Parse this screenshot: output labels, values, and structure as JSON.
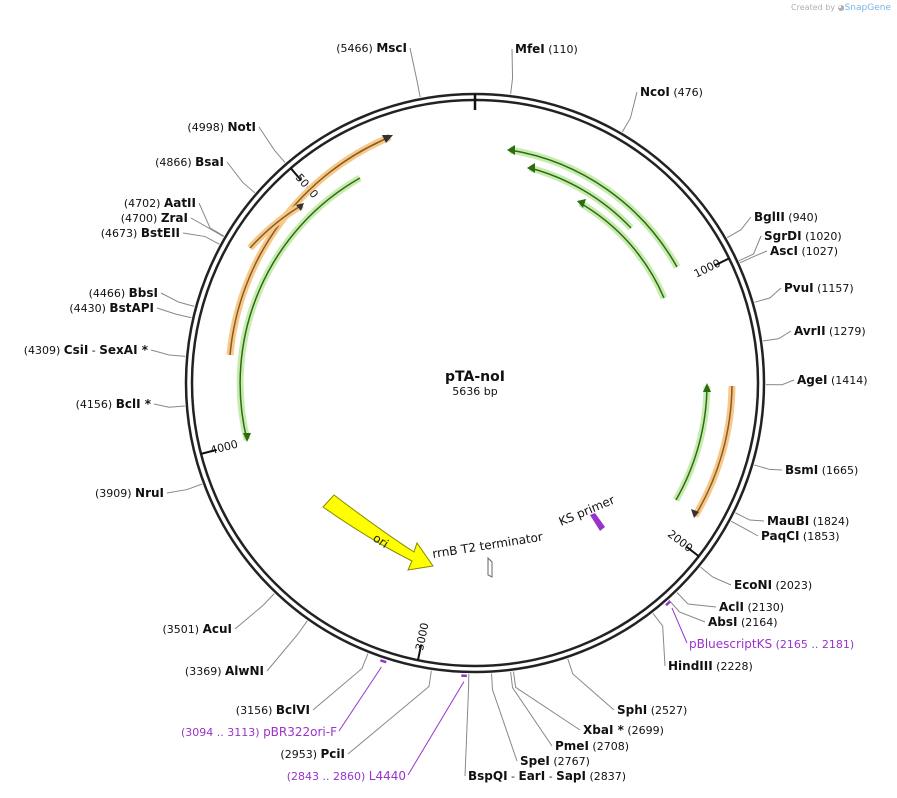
{
  "credit": {
    "prefix": "Created by",
    "brand": "SnapGene"
  },
  "plasmid": {
    "name": "pTA-noI",
    "length_label": "5636 bp",
    "length": 5636
  },
  "ticks": [
    {
      "label": "1000",
      "pos": 1000
    },
    {
      "label": "2000",
      "pos": 2000
    },
    {
      "label": "3000",
      "pos": 3000
    },
    {
      "label": "4000",
      "pos": 4000
    },
    {
      "label": "5000",
      "pos": 5000
    }
  ],
  "sites": [
    {
      "name": "MfeI",
      "pos": "(110)",
      "bp": 110
    },
    {
      "name": "NcoI",
      "pos": "(476)",
      "bp": 476
    },
    {
      "name": "BglII",
      "pos": "(940)",
      "bp": 940
    },
    {
      "name": "SgrDI",
      "pos": "(1020)",
      "bp": 1020
    },
    {
      "name": "AscI",
      "pos": "(1027)",
      "bp": 1027
    },
    {
      "name": "PvuI",
      "pos": "(1157)",
      "bp": 1157
    },
    {
      "name": "AvrII",
      "pos": "(1279)",
      "bp": 1279
    },
    {
      "name": "AgeI",
      "pos": "(1414)",
      "bp": 1414
    },
    {
      "name": "BsmI",
      "pos": "(1665)",
      "bp": 1665
    },
    {
      "name": "MauBI",
      "pos": "(1824)",
      "bp": 1824
    },
    {
      "name": "PaqCI",
      "pos": "(1853)",
      "bp": 1853
    },
    {
      "name": "EcoNI",
      "pos": "(2023)",
      "bp": 2023
    },
    {
      "name": "AclI",
      "pos": "(2130)",
      "bp": 2130
    },
    {
      "name": "AbsI",
      "pos": "(2164)",
      "bp": 2164
    },
    {
      "name": "HindIII",
      "pos": "(2228)",
      "bp": 2228
    },
    {
      "name": "SphI",
      "pos": "(2527)",
      "bp": 2527
    },
    {
      "name": "XbaI *",
      "pos": "(2699)",
      "bp": 2699
    },
    {
      "name": "PmeI",
      "pos": "(2708)",
      "bp": 2708
    },
    {
      "name": "SpeI",
      "pos": "(2767)",
      "bp": 2767
    },
    {
      "name": "BspQI",
      "name2": "EarI",
      "name3": "SapI",
      "pos": "(2837)",
      "bp": 2837
    },
    {
      "name": "PciI",
      "pos": "(2953)",
      "bp": 2953
    },
    {
      "name": "BclVI",
      "pos": "(3156)",
      "bp": 3156
    },
    {
      "name": "AlwNI",
      "pos": "(3369)",
      "bp": 3369
    },
    {
      "name": "AcuI",
      "pos": "(3501)",
      "bp": 3501
    },
    {
      "name": "NruI",
      "pos": "(3909)",
      "bp": 3909
    },
    {
      "name": "BclI *",
      "pos": "(4156)",
      "bp": 4156
    },
    {
      "name": "CsiI",
      "name2": "SexAI *",
      "pos": "(4309)",
      "bp": 4309
    },
    {
      "name": "BstAPI",
      "pos": "(4430)",
      "bp": 4430
    },
    {
      "name": "BbsI",
      "pos": "(4466)",
      "bp": 4466
    },
    {
      "name": "BstEII",
      "pos": "(4673)",
      "bp": 4673
    },
    {
      "name": "ZraI",
      "pos": "(4700)",
      "bp": 4700
    },
    {
      "name": "AatII",
      "pos": "(4702)",
      "bp": 4702
    },
    {
      "name": "BsaI",
      "pos": "(4866)",
      "bp": 4866
    },
    {
      "name": "NotI",
      "pos": "(4998)",
      "bp": 4998
    },
    {
      "name": "MscI",
      "pos": "(5466)",
      "bp": 5466
    }
  ],
  "primers": [
    {
      "name": "pBluescriptKS",
      "range": "(2165 .. 2181)",
      "start": 2165,
      "end": 2181
    },
    {
      "name": "pBR322ori-F",
      "range": "(3094 .. 3113)",
      "start": 3094,
      "end": 3113
    },
    {
      "name": "L4440",
      "range": "(2843 .. 2860)",
      "start": 2843,
      "end": 2860
    }
  ],
  "features": [
    {
      "name": "ori",
      "type": "origin",
      "color": "#ffff00"
    },
    {
      "name": "rrnB T2 terminator",
      "type": "terminator"
    },
    {
      "name": "KS primer",
      "type": "primer_bind",
      "color": "#9933cc"
    }
  ],
  "colors": {
    "orf_orange": "#f0a040",
    "orf_green": "#7ec850",
    "primer": "#9933cc",
    "label": "#000000",
    "muted": "#555555"
  }
}
